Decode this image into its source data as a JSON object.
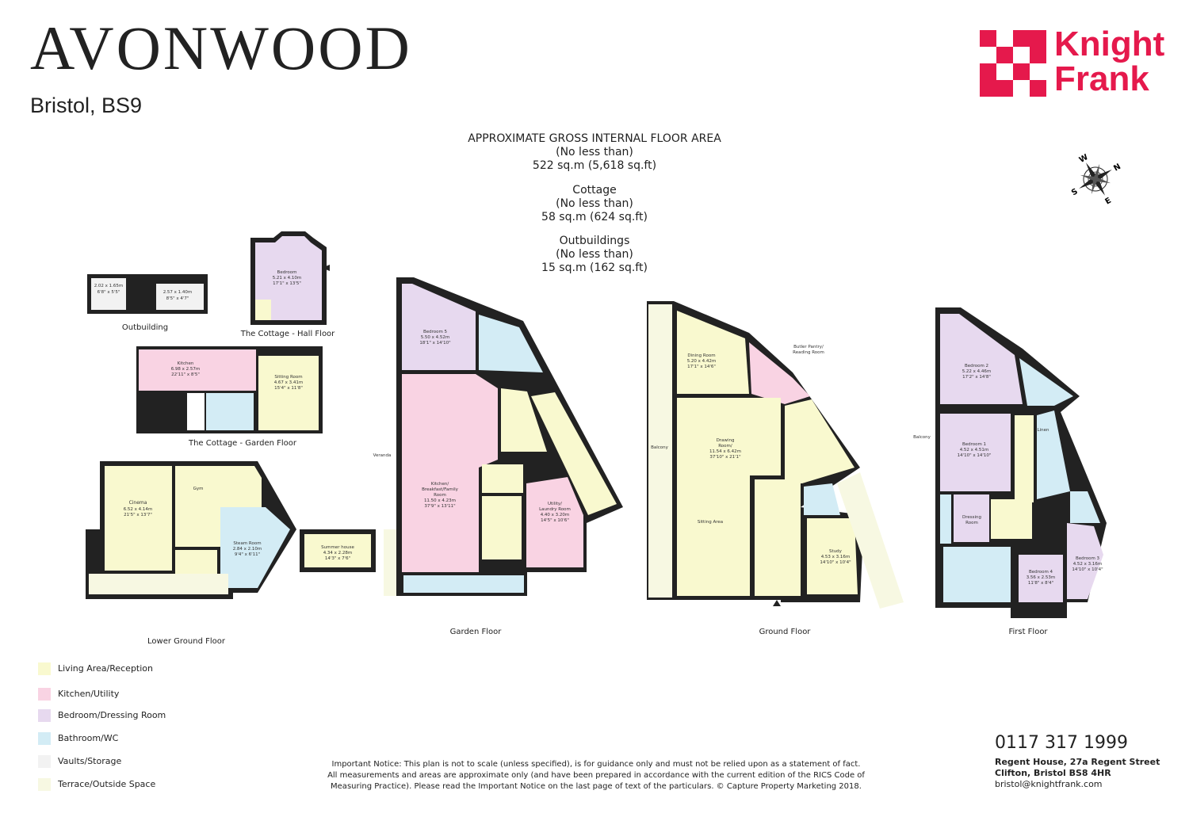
{
  "header": {
    "title": "AVONWOOD",
    "location": "Bristol, BS9",
    "brand_line1": "Knight",
    "brand_line2": "Frank",
    "brand_color": "#e5194c"
  },
  "areas": {
    "main_heading": "APPROXIMATE GROSS INTERNAL FLOOR AREA",
    "main_qualifier": "(No less than)",
    "main_value": "522 sq.m (5,618 sq.ft)",
    "cottage_heading": "Cottage",
    "cottage_qualifier": "(No less than)",
    "cottage_value": "58 sq.m (624 sq.ft)",
    "outbuildings_heading": "Outbuildings",
    "outbuildings_qualifier": "(No less than)",
    "outbuildings_value": "15 sq.m (162 sq.ft)"
  },
  "compass": {
    "labels": [
      "W",
      "N",
      "E",
      "S"
    ],
    "icon": "compass-rose-icon"
  },
  "floors": {
    "outbuilding": "Outbuilding",
    "cottage_hall": "The Cottage - Hall Floor",
    "cottage_garden": "The Cottage - Garden Floor",
    "lower_ground": "Lower Ground Floor",
    "garden": "Garden Floor",
    "ground": "Ground Floor",
    "first": "First Floor"
  },
  "rooms": {
    "out1_name": "2.02 x 1.65m",
    "out1_dim": "6'8\" x 5'5\"",
    "out2_name": "2.57 x 1.40m",
    "out2_dim": "8'5\" x 4'7\"",
    "ch_bed": "Bedroom",
    "ch_bed_m": "5.21 x 4.10m",
    "ch_bed_f": "17'1\" x 13'5\"",
    "cg_kit": "Kitchen",
    "cg_kit_m": "6.98 x 2.57m",
    "cg_kit_f": "22'11\" x 8'5\"",
    "cg_sit": "Sitting Room",
    "cg_sit_m": "4.67 x 3.41m",
    "cg_sit_f": "15'4\" x 11'8\"",
    "lg_cinema": "Cinema",
    "lg_cinema_m": "6.52 x 4.14m",
    "lg_cinema_f": "21'5\" x 13'7\"",
    "lg_gym": "Gym",
    "lg_steam": "Steam Room",
    "lg_steam_m": "2.84 x 2.10m",
    "lg_steam_f": "9'4\" x 6'11\"",
    "summer": "Summer house",
    "summer_m": "4.34 x 2.28m",
    "summer_f": "14'3\" x 7'6\"",
    "gf_bed5": "Bedroom 5",
    "gf_bed5_m": "5.50 x 4.52m",
    "gf_bed5_f": "18'1\" x 14'10\"",
    "gf_veranda": "Veranda",
    "gf_kit1": "Kitchen/",
    "gf_kit2": "Breakfast/Family",
    "gf_kit3": "Room",
    "gf_kit_m": "11.50 x 4.23m",
    "gf_kit_f": "37'9\" x 13'11\"",
    "gf_util1": "Utility/",
    "gf_util2": "Laundry Room",
    "gf_util_m": "4.40 x 3.20m",
    "gf_util_f": "14'5\" x 10'6\"",
    "g_dining": "Dining Room",
    "g_dining_m": "5.20 x 4.42m",
    "g_dining_f": "17'1\" x 14'6\"",
    "g_butler1": "Butler Pantry/",
    "g_butler2": "Reading Room",
    "g_balcony": "Balcony",
    "g_drawing1": "Drawing",
    "g_drawing2": "Room/",
    "g_drawing_m": "11.54 x 6.42m",
    "g_drawing_f": "37'10\" x 21'1\"",
    "g_sitting": "Sitting Area",
    "g_study": "Study",
    "g_study_m": "4.53 x 3.16m",
    "g_study_f": "14'10\" x 10'4\"",
    "f_bed2": "Bedroom 2",
    "f_bed2_m": "5.22 x 4.46m",
    "f_bed2_f": "17'2\" x 14'8\"",
    "f_balcony": "Balcony",
    "f_bed1": "Bedroom 1",
    "f_bed1_m": "4.52 x 4.51m",
    "f_bed1_f": "14'10\" x 14'10\"",
    "f_linen": "Linen",
    "f_dress1": "Dressing",
    "f_dress2": "Room",
    "f_bed4": "Bedroom 4",
    "f_bed4_m": "3.56 x 2.53m",
    "f_bed4_f": "11'8\" x 8'4\"",
    "f_bed3": "Bedroom 3",
    "f_bed3_m": "4.52 x 3.16m",
    "f_bed3_f": "14'10\" x 10'4\""
  },
  "legend": [
    {
      "label": "Living Area/Reception",
      "color": "#f9f9cf"
    },
    {
      "label": "Kitchen/Utility",
      "color": "#f9d3e3"
    },
    {
      "label": "Bedroom/Dressing Room",
      "color": "#e7d9ef"
    },
    {
      "label": "Bathroom/WC",
      "color": "#d3ecf5"
    },
    {
      "label": "Vaults/Storage",
      "color": "#f2f2f2"
    },
    {
      "label": "Terrace/Outside Space",
      "color": "#f7f8e2"
    }
  ],
  "notice": {
    "line1": "Important Notice: This plan is not to scale (unless specified), is for guidance only and must not be relied upon as a statement of fact.",
    "line2": "All measurements and areas are approximate only (and have been prepared in accordance with the current edition of the RICS Code of",
    "line3": "Measuring Practice). Please read the Important Notice on the last page of text of the particulars. © Capture Property Marketing 2018."
  },
  "contact": {
    "phone": "0117 317 1999",
    "address_line1": "Regent House, 27a Regent Street",
    "address_line2": "Clifton, Bristol BS8 4HR",
    "email": "bristol@knightfrank.com"
  }
}
